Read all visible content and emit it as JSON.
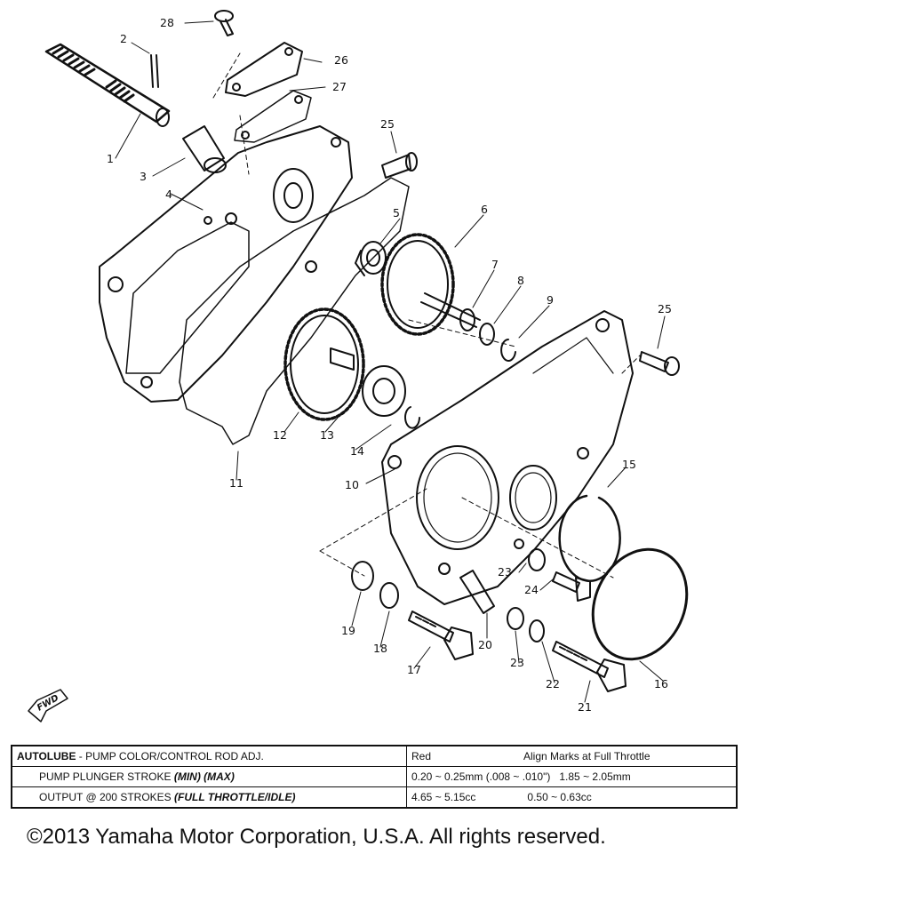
{
  "callouts": [
    {
      "id": "1",
      "text": "1"
    },
    {
      "id": "2",
      "text": "2"
    },
    {
      "id": "3",
      "text": "3"
    },
    {
      "id": "4",
      "text": "4"
    },
    {
      "id": "5",
      "text": "5"
    },
    {
      "id": "6",
      "text": "6"
    },
    {
      "id": "7",
      "text": "7"
    },
    {
      "id": "8",
      "text": "8"
    },
    {
      "id": "9",
      "text": "9"
    },
    {
      "id": "10",
      "text": "10"
    },
    {
      "id": "11",
      "text": "11"
    },
    {
      "id": "12",
      "text": "12"
    },
    {
      "id": "13",
      "text": "13"
    },
    {
      "id": "14",
      "text": "14"
    },
    {
      "id": "15",
      "text": "15"
    },
    {
      "id": "16",
      "text": "16"
    },
    {
      "id": "17",
      "text": "17"
    },
    {
      "id": "18",
      "text": "18"
    },
    {
      "id": "19",
      "text": "19"
    },
    {
      "id": "20",
      "text": "20"
    },
    {
      "id": "21",
      "text": "21"
    },
    {
      "id": "22",
      "text": "22"
    },
    {
      "id": "23a",
      "text": "23"
    },
    {
      "id": "23b",
      "text": "23"
    },
    {
      "id": "24",
      "text": "24"
    },
    {
      "id": "25a",
      "text": "25"
    },
    {
      "id": "25b",
      "text": "25"
    },
    {
      "id": "26",
      "text": "26"
    },
    {
      "id": "27",
      "text": "27"
    },
    {
      "id": "28",
      "text": "28"
    }
  ],
  "fwd_label": "FWD",
  "spec_table": {
    "row1": {
      "label_bold": "AUTOLUBE",
      "label_rest": "- PUMP COLOR/CONTROL ROD ADJ.",
      "value_a": "Red",
      "value_b": "Align Marks at Full Throttle"
    },
    "row2": {
      "label": "PUMP PLUNGER STROKE",
      "label_ital": "(MIN) (MAX)",
      "value_a": "0.20 ~ 0.25mm (.008 ~ .010\")",
      "value_b": "1.85 ~ 2.05mm"
    },
    "row3": {
      "label": "OUTPUT @ 200 STROKES",
      "label_ital": "(FULL THROTTLE/IDLE)",
      "value_a": "4.65 ~ 5.15cc",
      "value_b": "0.50 ~ 0.63cc"
    }
  },
  "copyright": "©2013 Yamaha Motor Corporation, U.S.A. All rights reserved."
}
